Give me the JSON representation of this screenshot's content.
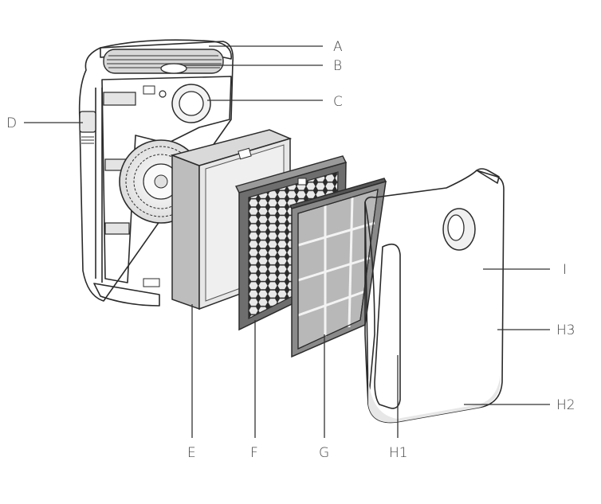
{
  "callouts": {
    "A": "A",
    "B": "B",
    "C": "C",
    "D": "D",
    "E": "E",
    "F": "F",
    "G": "G",
    "H1": "H1",
    "H2": "H2",
    "H3": "H3",
    "I": "I"
  }
}
